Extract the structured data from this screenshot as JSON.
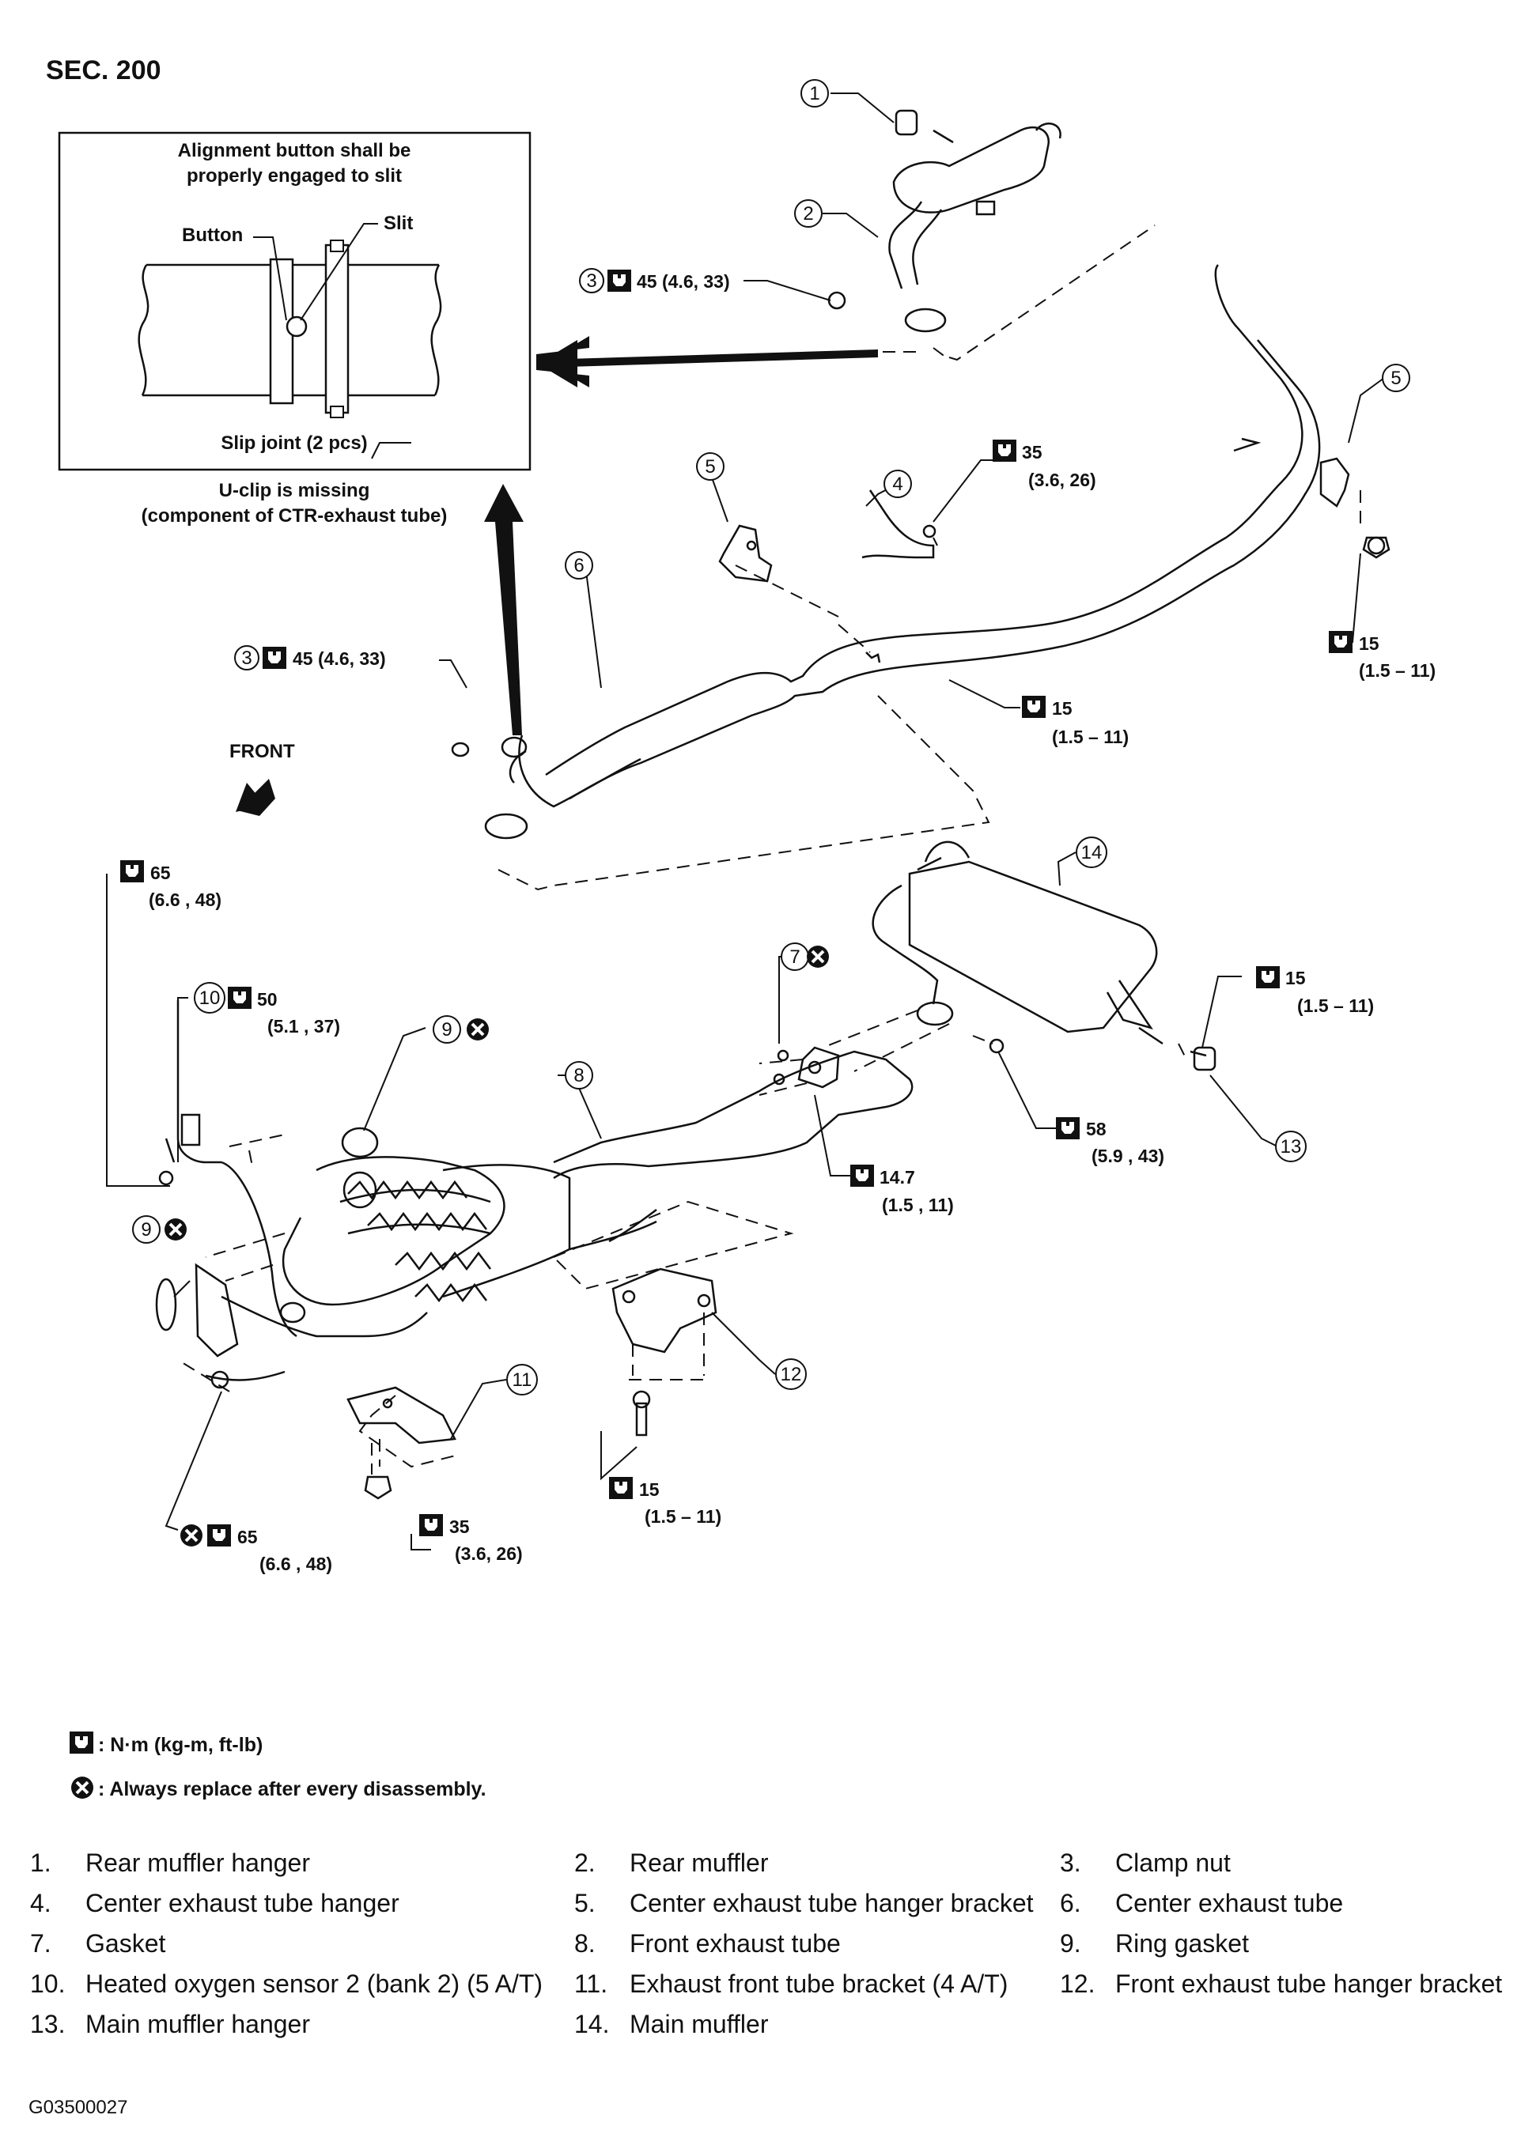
{
  "section": "SEC. 200",
  "inset": {
    "title_line1": "Alignment button shall be",
    "title_line2": "properly engaged to slit",
    "button_label": "Button",
    "slit_label": "Slit",
    "slip_joint_label": "Slip joint (2 pcs)"
  },
  "uclip_line1": "U-clip is missing",
  "uclip_line2": "(component of CTR-exhaust tube)",
  "front_label": "FRONT",
  "callouts": {
    "c1": "1",
    "c2": "2",
    "c3a": "3",
    "c3b": "3",
    "c4": "4",
    "c5a": "5",
    "c5b": "5",
    "c6": "6",
    "c7": "7",
    "c8": "8",
    "c9a": "9",
    "c9b": "9",
    "c10": "10",
    "c11": "11",
    "c12": "12",
    "c13": "13",
    "c14": "14"
  },
  "torques": {
    "t45a": "45 (4.6, 33)",
    "t45b": "45 (4.6, 33)",
    "t35a": "35",
    "t35a2": "(3.6, 26)",
    "t15a": "15",
    "t15a2": "(1.5 – 11)",
    "t15b": "15",
    "t15b2": "(1.5 – 11)",
    "t65a": "65",
    "t65a2": "(6.6 , 48)",
    "t50": "50",
    "t50b": "(5.1 , 37)",
    "t15c": "15",
    "t15c2": "(1.5 – 11)",
    "t58": "58",
    "t58b": "(5.9 , 43)",
    "t147": "14.7",
    "t147b": "(1.5 , 11)",
    "t15d": "15",
    "t15d2": "(1.5 – 11)",
    "t65b": "65",
    "t65b2": "(6.6 , 48)",
    "t35b": "35",
    "t35b2": "(3.6, 26)"
  },
  "legend": {
    "torque": ": N·m (kg-m, ft-lb)",
    "replace": ": Always replace after every disassembly."
  },
  "parts": [
    {
      "num": "1.",
      "name": "Rear muffler hanger"
    },
    {
      "num": "2.",
      "name": "Rear muffler"
    },
    {
      "num": "3.",
      "name": "Clamp nut"
    },
    {
      "num": "4.",
      "name": "Center exhaust tube hanger"
    },
    {
      "num": "5.",
      "name": "Center exhaust tube hanger bracket"
    },
    {
      "num": "6.",
      "name": "Center exhaust tube"
    },
    {
      "num": "7.",
      "name": "Gasket"
    },
    {
      "num": "8.",
      "name": "Front exhaust tube"
    },
    {
      "num": "9.",
      "name": "Ring gasket"
    },
    {
      "num": "10.",
      "name": "Heated oxygen sensor 2 (bank 2) (5 A/T)"
    },
    {
      "num": "11.",
      "name": "Exhaust front tube bracket (4 A/T)"
    },
    {
      "num": "12.",
      "name": "Front exhaust tube hanger bracket"
    },
    {
      "num": "13.",
      "name": "Main muffler hanger"
    },
    {
      "num": "14.",
      "name": "Main muffler"
    }
  ],
  "figure_code": "G03500027"
}
